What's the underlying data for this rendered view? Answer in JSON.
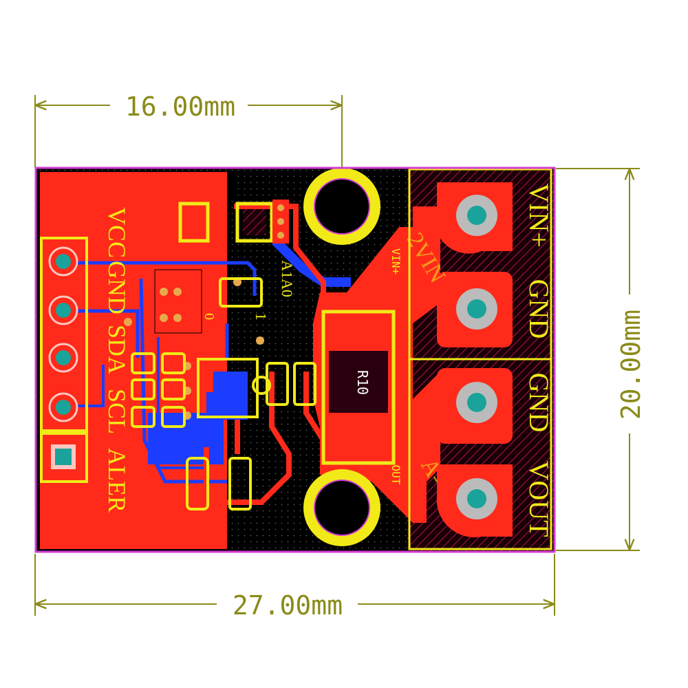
{
  "dimensions": {
    "top": "16.00mm",
    "right": "20.00mm",
    "bottom": "27.00mm"
  },
  "silkscreen": {
    "header_pins": [
      "VCC",
      "GND",
      "SDA",
      "SCL",
      "ALER"
    ],
    "terminal_labels": [
      "VIN+",
      "GND",
      "GND",
      "VOUT"
    ],
    "chip_label": "A1A0",
    "pin1_marker": "1",
    "jumper_marker": "0",
    "resistor_label": "R10",
    "vin_label": "VIN+",
    "vin_label2": "2VIN",
    "out_label": "OUT",
    "out_label2": "A-"
  },
  "colors": {
    "board": "#000000",
    "top_copper": "#ff2a1a",
    "bottom_copper": "#1c3cff",
    "silkscreen": "#f2ea18",
    "outline": "#d23cd2",
    "dimension": "#8a8a1a",
    "pad_hole": "#1aa39a"
  }
}
